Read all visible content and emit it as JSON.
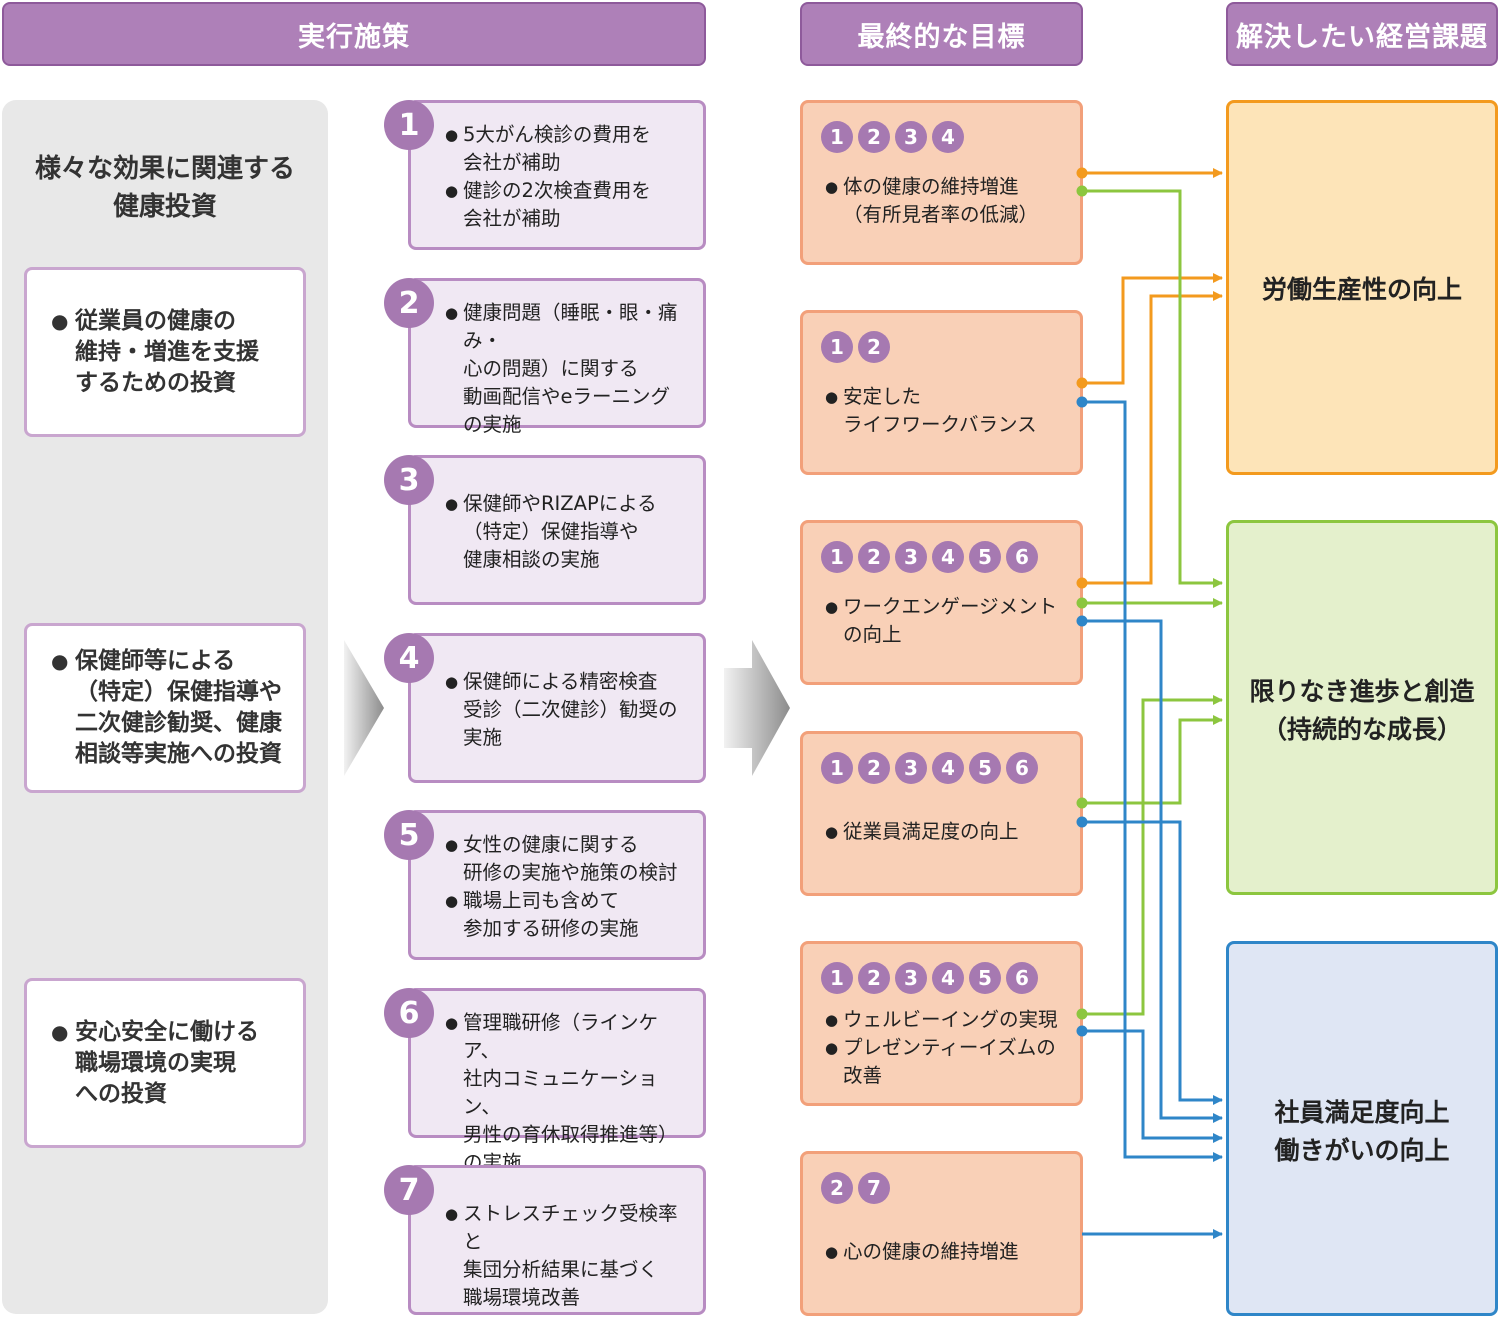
{
  "headers": {
    "measures": "実行施策",
    "objectives": "最終的な目標",
    "issues": "解決したい経営課題"
  },
  "investment": {
    "title": "様々な効果に関連する\n健康投資",
    "items": [
      "従業員の健康の\n維持・増進を支援\nするための投資",
      "保健師等による\n（特定）保健指導や\n二次健診勧奨、健康\n相談等実施への投資",
      "安心安全に働ける\n職場環境の実現\nへの投資"
    ]
  },
  "measures": [
    {
      "num": "1",
      "bullets": [
        "5大がん検診の費用を\n会社が補助",
        "健診の2次検査費用を\n会社が補助"
      ]
    },
    {
      "num": "2",
      "bullets": [
        "健康問題（睡眠・眼・痛み・\n心の問題）に関する\n動画配信やeラーニング\nの実施"
      ]
    },
    {
      "num": "3",
      "bullets": [
        "保健師やRIZAPによる\n（特定）保健指導や\n健康相談の実施"
      ]
    },
    {
      "num": "4",
      "bullets": [
        "保健師による精密検査\n受診（二次健診）勧奨の\n実施"
      ]
    },
    {
      "num": "5",
      "bullets": [
        "女性の健康に関する\n研修の実施や施策の検討",
        "職場上司も含めて\n参加する研修の実施"
      ]
    },
    {
      "num": "6",
      "bullets": [
        "管理職研修（ラインケア、\n社内コミュニケーション、\n男性の育休取得推進等）\nの実施"
      ]
    },
    {
      "num": "7",
      "bullets": [
        "ストレスチェック受検率と\n集団分析結果に基づく\n職場環境改善"
      ]
    }
  ],
  "objectives": [
    {
      "badges": [
        "1",
        "2",
        "3",
        "4"
      ],
      "bullets": [
        "体の健康の維持増進\n（有所見者率の低減）"
      ]
    },
    {
      "badges": [
        "1",
        "2"
      ],
      "bullets": [
        "安定した\nライフワークバランス"
      ]
    },
    {
      "badges": [
        "1",
        "2",
        "3",
        "4",
        "5",
        "6"
      ],
      "bullets": [
        "ワークエンゲージメント\nの向上"
      ]
    },
    {
      "badges": [
        "1",
        "2",
        "3",
        "4",
        "5",
        "6"
      ],
      "bullets": [
        "従業員満足度の向上"
      ]
    },
    {
      "badges": [
        "1",
        "2",
        "3",
        "4",
        "5",
        "6"
      ],
      "bullets": [
        "ウェルビーイングの実現",
        "プレゼンティーイズムの\n改善"
      ]
    },
    {
      "badges": [
        "2",
        "7"
      ],
      "bullets": [
        "心の健康の維持増進"
      ]
    }
  ],
  "issues": [
    {
      "text": "労働生産性の向上"
    },
    {
      "text": "限りなき進歩と創造\n（持続的な成長）"
    },
    {
      "text": "社員満足度向上\n働きがいの向上"
    }
  ],
  "colors": {
    "header": "#ae80b8",
    "measure_circle": "#a679b1",
    "objective_fill": "#f9d0b7",
    "productivity": "#f39a1e",
    "growth": "#8cc63f",
    "satisfaction": "#2f86c8"
  }
}
